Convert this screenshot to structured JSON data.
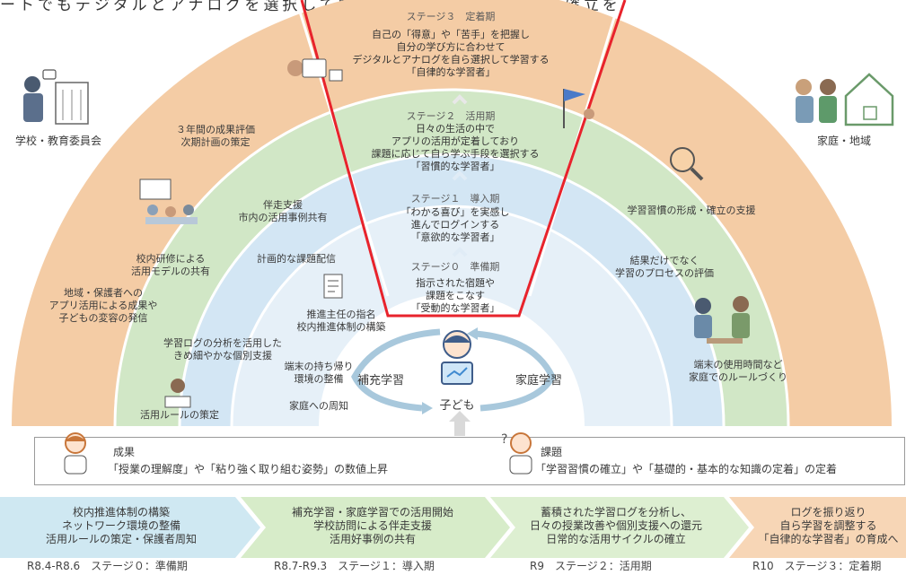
{
  "colors": {
    "outer_band": "#f2c9a2",
    "stage3_band": "#f3c8a1",
    "green_band": "#cfe6c4",
    "light_band": "#cfe4f3",
    "inner_band": "#e3eff8",
    "highlight": "#e8232c",
    "bottom_blue": "#cfe8f2",
    "bottom_green": "#d7ecc9",
    "bottom_orange": "#f7d6b6"
  },
  "header": {
    "partial_text": "ートでもデジタルとアナログを選択して学習しながら、学習習慣の確立を"
  },
  "side_labels": {
    "school": "学校・教育委員会",
    "home": "家庭・地域"
  },
  "stages": {
    "s3": {
      "title": "ステージ３　定着期",
      "body": "自己の「得意」や「苦手」を把握し\n自分の学び方に合わせて\nデジタルとアナログを自ら選択して学習する\n「自律的な学習者」"
    },
    "s2": {
      "title": "ステージ２　活用期",
      "body": "日々の生活の中で\nアプリの活用が定着しており\n課題に応じて自ら学ぶ手段を選択する\n「習慣的な学習者」"
    },
    "s1": {
      "title": "ステージ１　導入期",
      "body": "「わかる喜び」を実感し\n進んでログインする\n「意欲的な学習者」"
    },
    "s0": {
      "title": "ステージ０　準備期",
      "body": "指示された宿題や\n課題をこなす\n「受動的な学習者」"
    }
  },
  "left_items": {
    "eval": "３年間の成果評価\n次期計画の策定",
    "companion": "伴走支援\n市内の活用事例共有",
    "training": "校内研修による\n活用モデルの共有",
    "planned": "計画的な課題配信",
    "community": "地域・保護者への\nアプリ活用による成果や\n子どもの変容の発信",
    "coordinator": "推進主任の指名\n校内推進体制の構築",
    "logs": "学習ログの分析を活用した\nきめ細やかな個別支援",
    "devices": "端末の持ち帰り\n環境の整備",
    "rules": "活用ルールの策定",
    "notice": "家庭への周知"
  },
  "right_items": {
    "habit": "学習習慣の形成・確立の支援",
    "process": "結果だけでなく\n学習のプロセスの評価",
    "homerules": "端末の使用時間など\n家庭でのルールづくり"
  },
  "center": {
    "supplement": "補充学習",
    "home_learning": "家庭学習",
    "child": "子ども"
  },
  "outcomes": {
    "result_label": "成果",
    "result_text": "「授業の理解度」や「粘り強く取り組む姿勢」の数値上昇",
    "issue_label": "課題",
    "issue_text": "「学習習慣の確立」や「基礎的・基本的な知識の定着」の定着"
  },
  "roadmap": [
    {
      "body": "校内推進体制の構築\nネットワーク環境の整備\n活用ルールの策定・保護者周知",
      "phase": "R8.4-R8.6　ステージ０：準備期"
    },
    {
      "body": "補充学習・家庭学習での活用開始\n学校訪問による伴走支援\n活用好事例の共有",
      "phase": "R8.7-R9.3　ステージ１：導入期"
    },
    {
      "body": "蓄積された学習ログを分析し、\n日々の授業改善や個別支援への還元\n日常的な活用サイクルの確立",
      "phase": "R9　ステージ２：活用期"
    },
    {
      "body": "ログを振り返り\n自ら学習を調整する\n「自律的な学習者」の育成へ",
      "phase": "R10　ステージ３：定着期"
    }
  ]
}
